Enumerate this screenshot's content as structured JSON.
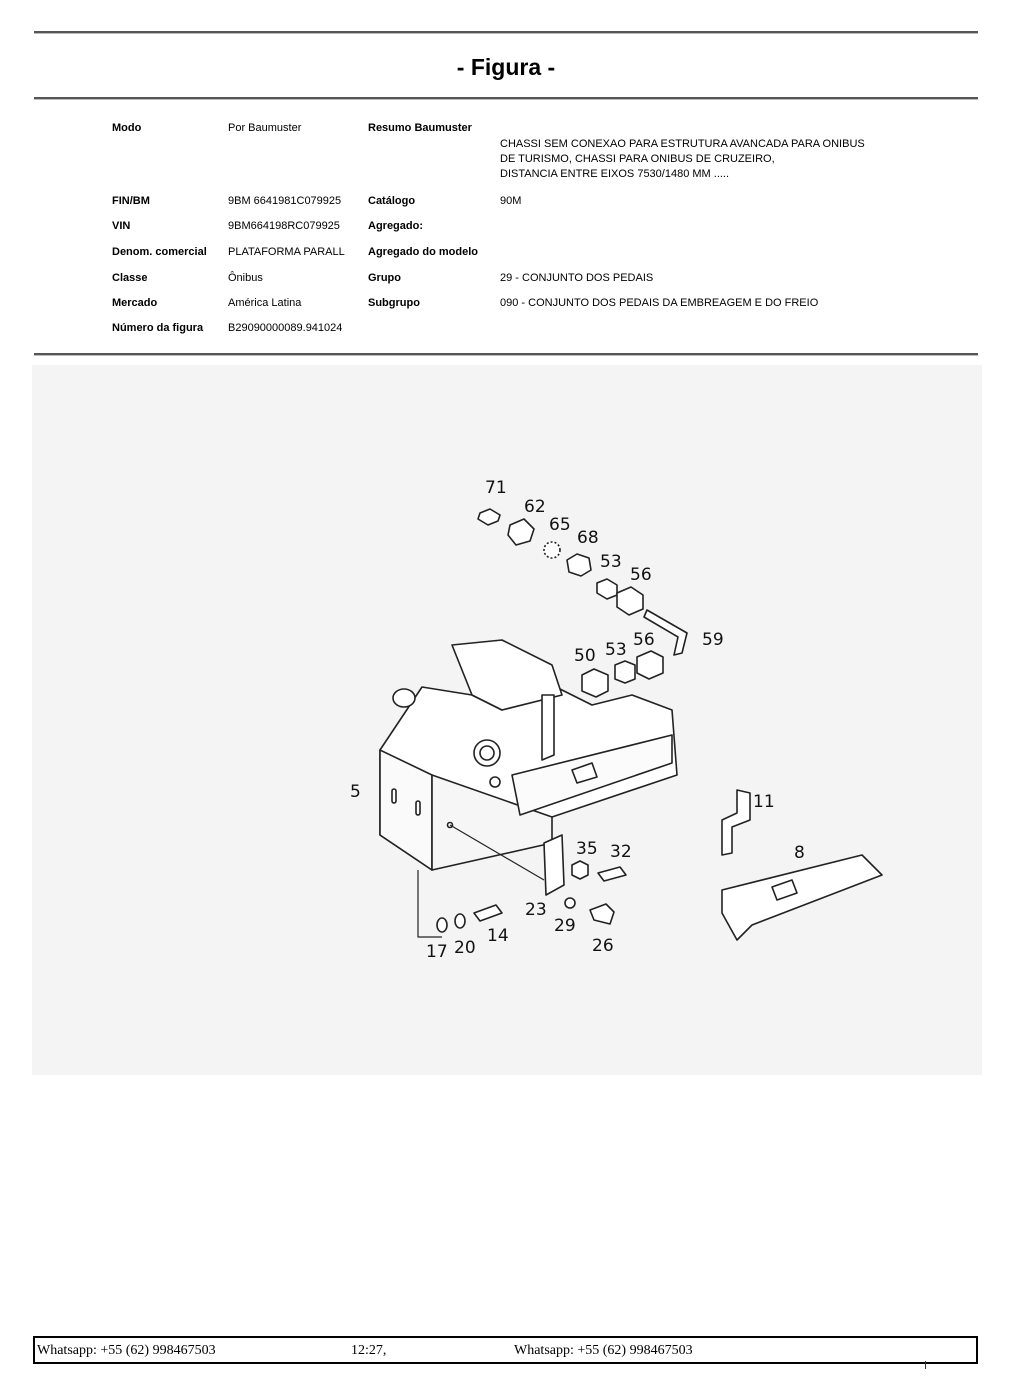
{
  "header": {
    "title": "- Figura -"
  },
  "info": {
    "modo_label": "Modo",
    "modo": "Por  Baumuster",
    "fin_label": "FIN/BM",
    "fin": "9BM  6641981C079925",
    "vin_label": "VIN",
    "vin": "9BM664198RC079925",
    "denom_label": "Denom.  comercial",
    "denom": "PLATAFORMA PARALL",
    "classe_label": "Classe",
    "classe": "Ônibus",
    "mercado_label": "Mercado",
    "mercado": "América Latina",
    "numero_label": "Número  da  figura",
    "numero": "B29090000089.941024",
    "resumo_label": "Resumo  Baumuster",
    "resumo_lines": [
      "CHASSI  SEM  CONEXAO  PARA  ESTRUTURA  AVANCADA  PARA  ONIBUS",
      "DE  TURISMO,  CHASSI  PARA  ONIBUS  DE  CRUZEIRO,",
      "DISTANCIA  ENTRE  EIXOS  7530/1480  MM  ....."
    ],
    "catalogo_label": "Catálogo",
    "catalogo": "90M",
    "agregado_label": "Agregado:",
    "agregado_modelo_label": "Agregado do modelo",
    "grupo_label": "Grupo",
    "grupo": "29  -  CONJUNTO  DOS  PEDAIS",
    "subgrupo_label": "Subgrupo",
    "subgrupo": "090  -  CONJUNTO  DOS  PEDAIS  DA  EMBREAGEM  E  DO  FREIO"
  },
  "figure": {
    "callouts": [
      "71",
      "62",
      "65",
      "68",
      "53",
      "56",
      "59",
      "50",
      "53",
      "56",
      "5",
      "11",
      "8",
      "35",
      "32",
      "23",
      "29",
      "26",
      "17",
      "20",
      "14"
    ]
  },
  "footer": {
    "left": "Whatsapp: +55 (62) 998467503",
    "middle": "12:27,",
    "right": "Whatsapp: +55 (62) 998467503"
  }
}
